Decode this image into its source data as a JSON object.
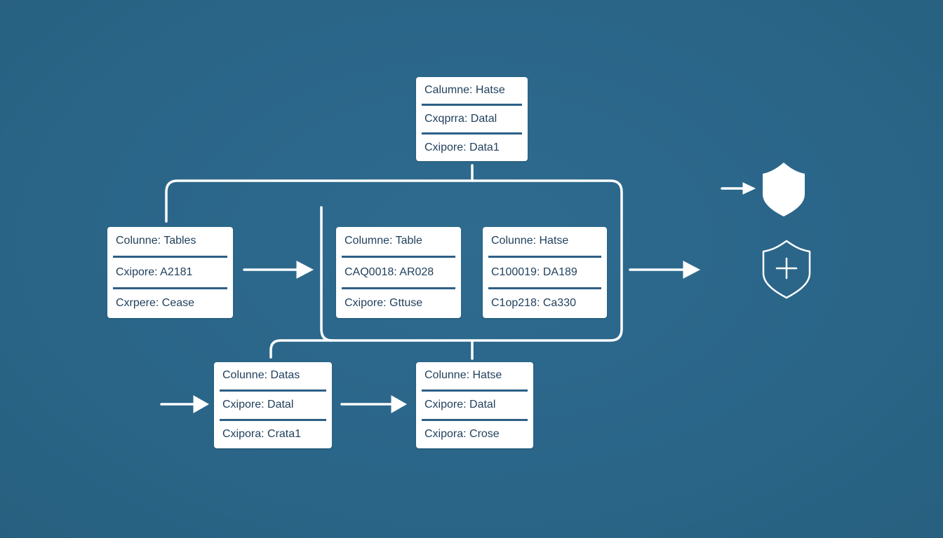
{
  "colors": {
    "background": "#2b6689",
    "card": "#ffffff",
    "card_text": "#1f3f5b",
    "separator": "#2d5f85",
    "connector": "#ffffff"
  },
  "tables": {
    "top": [
      "Calumne:  Hatse",
      "Cxqprra:  Datal",
      "Cxipore:  Data1"
    ],
    "left": [
      "Colunne:  Tables",
      "Cxipore:  A2181",
      "Cxrpere:  Cease"
    ],
    "center": [
      "Columne:  Table",
      "CAQ0018:  AR028",
      "Cxipore:  Gttuse"
    ],
    "right": [
      "Colunne:  Hatse",
      "C100019:  DA189",
      "C1op218:  Ca330"
    ],
    "bottom_left": [
      "Colunne:  Datas",
      "Cxipore:  Datal",
      "Cxipora:  Crata1"
    ],
    "bottom_right": [
      "Colunne:  Hatse",
      "Cxipore:  Datal",
      "Cxipora:  Crose"
    ]
  },
  "icons": {
    "shield_solid": "shield-icon",
    "shield_plus": "shield-plus-icon"
  }
}
